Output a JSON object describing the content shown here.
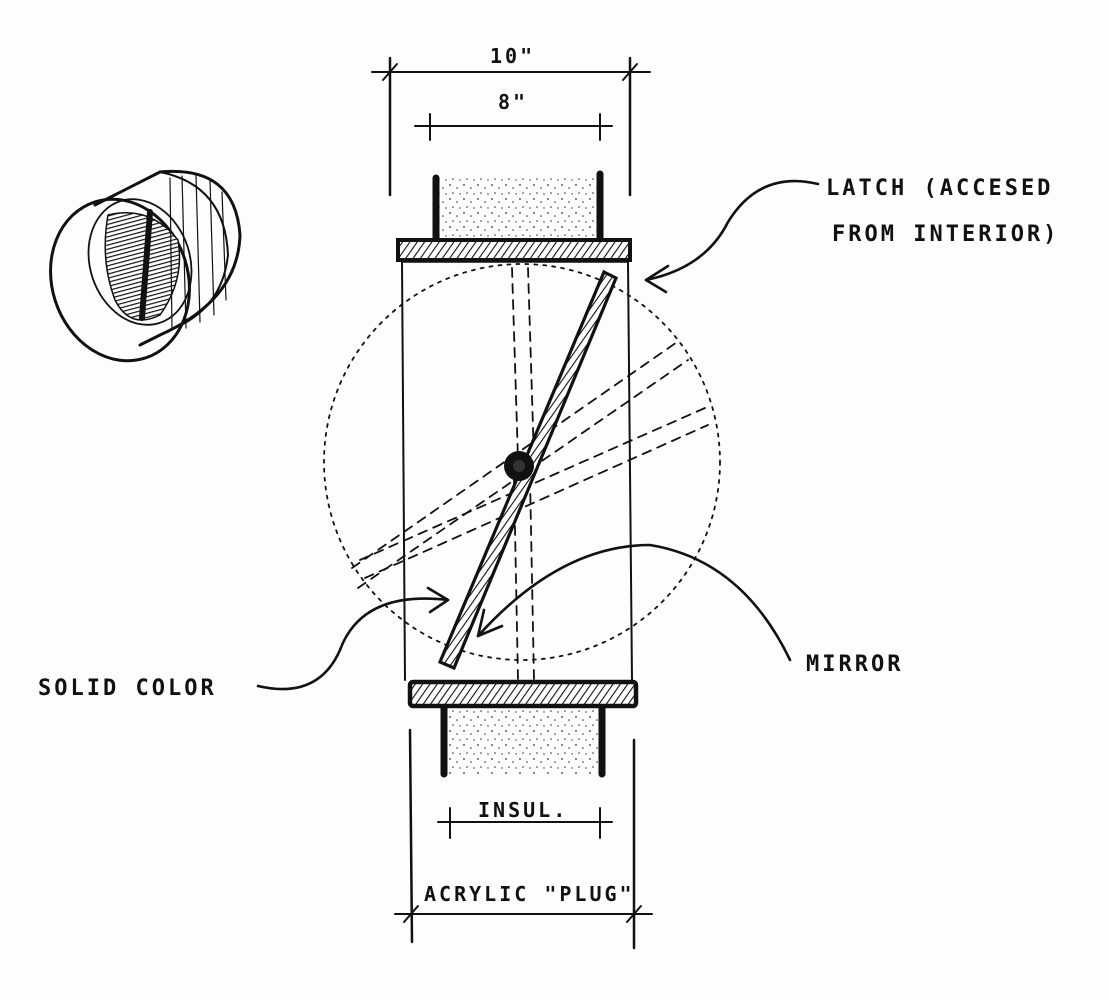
{
  "labels": {
    "dim_outer": "10\"",
    "dim_inner": "8\"",
    "latch_line1": "LATCH (ACCESED",
    "latch_line2": "FROM INTERIOR)",
    "mirror": "MIRROR",
    "solid_color": "SOLID COLOR",
    "insul": "INSUL.",
    "acrylic_plug": "ACRYLIC \"PLUG\""
  },
  "colors": {
    "ink": "#111111",
    "paper": "#fdfdfc"
  }
}
